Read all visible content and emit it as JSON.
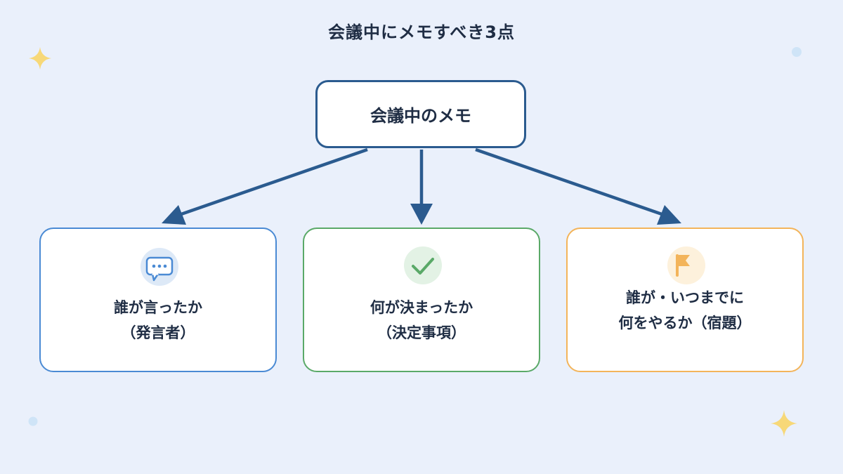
{
  "title": "会議中にメモすべき3点",
  "root": {
    "label": "会議中のメモ"
  },
  "cards": [
    {
      "icon": "speech-bubble-icon",
      "line1": "誰が言ったか",
      "line2": "（発言者）",
      "color": "#4a8ad4"
    },
    {
      "icon": "checkmark-icon",
      "line1": "何が決まったか",
      "line2": "（決定事項）",
      "color": "#5aa968"
    },
    {
      "icon": "flag-icon",
      "line1": "誰が・いつまでに",
      "line2": "何をやるか（宿題）",
      "color": "#f3b45a"
    }
  ],
  "colors": {
    "background": "#eaf0fb",
    "arrow": "#2b5b8f",
    "text": "#1f2d44",
    "sparkle": "#f7d878"
  }
}
